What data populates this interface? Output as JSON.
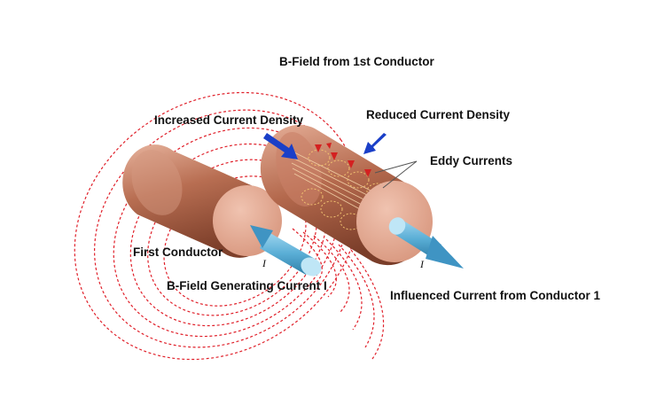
{
  "labels": {
    "bfield_title": "B-Field from 1st Conductor",
    "increased_density": "Increased Current Density",
    "reduced_density": "Reduced Current Density",
    "eddy_currents": "Eddy Currents",
    "first_conductor": "First Conductor",
    "generating_current": "B-Field Generating Current I",
    "influenced_current": "Influenced Current from Conductor 1",
    "current_symbol_1": "I",
    "current_symbol_2": "I"
  },
  "colors": {
    "copper_light": "#d9a08a",
    "copper_dark": "#8a4a33",
    "copper_face": "#e2ac96",
    "field_lines": "#e0202a",
    "current_arrow": "#5fb2d8",
    "pointer_arrow": "#1a3fc8",
    "eddy_arrow": "#d42020",
    "eddy_swirl": "#f0c070"
  },
  "icons": {
    "pointer": "blue-pointer-arrow-icon",
    "current": "current-direction-arrow-icon"
  }
}
